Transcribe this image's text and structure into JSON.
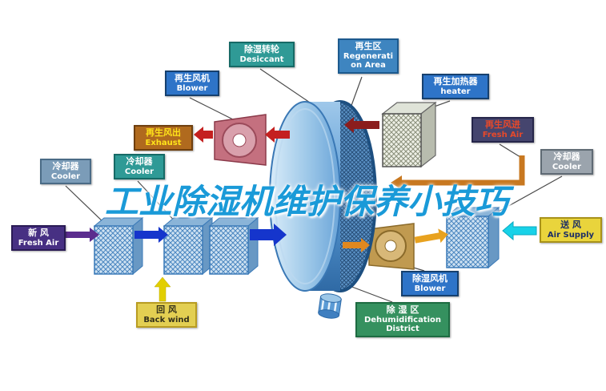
{
  "title": "工业除湿机维护保养小技巧",
  "labels": {
    "regen_blower": {
      "zh": "再生风机",
      "en": "Blower"
    },
    "desiccant_rotor": {
      "zh": "除湿转轮",
      "en": "Desiccant"
    },
    "regen_area": {
      "zh": "再生区",
      "en1": "Regenerati",
      "en2": "on Area"
    },
    "regen_heater": {
      "zh": "再生加热器",
      "en": "heater"
    },
    "regen_exhaust": {
      "zh": "再生风出",
      "en": "Exhaust"
    },
    "cooler_mid_left": {
      "zh": "冷却器",
      "en": "Cooler"
    },
    "cooler_far_left": {
      "zh": "冷却器",
      "en": "Cooler"
    },
    "regen_air_in": {
      "zh": "再生风进",
      "en": "Fresh Air"
    },
    "cooler_right": {
      "zh": "冷却器",
      "en": "Cooler"
    },
    "fresh_air": {
      "zh": "新  风",
      "en": "Fresh Air"
    },
    "air_supply": {
      "zh": "送  风",
      "en": "Air Supply"
    },
    "back_wind": {
      "zh": "回  风",
      "en": "Back wind"
    },
    "dehum_blower": {
      "zh": "除湿风机",
      "en": "Blower"
    },
    "dehum_area": {
      "zh": "除 湿 区",
      "en1": "Dehumidification",
      "en2": "District"
    }
  },
  "colors": {
    "title_blue": "#1a9ad8",
    "process_blue_arrow": "#1535cc",
    "regen_red_arrow": "#c42020",
    "regen_hot_arrow": "#8b1d1d",
    "regen_intake_orange": "#c87820",
    "supply_cyan_arrow": "#18d2e8",
    "fresh_air_purple_arrow": "#5b2d8e",
    "return_yellow_arrow": "#e2cf00"
  }
}
